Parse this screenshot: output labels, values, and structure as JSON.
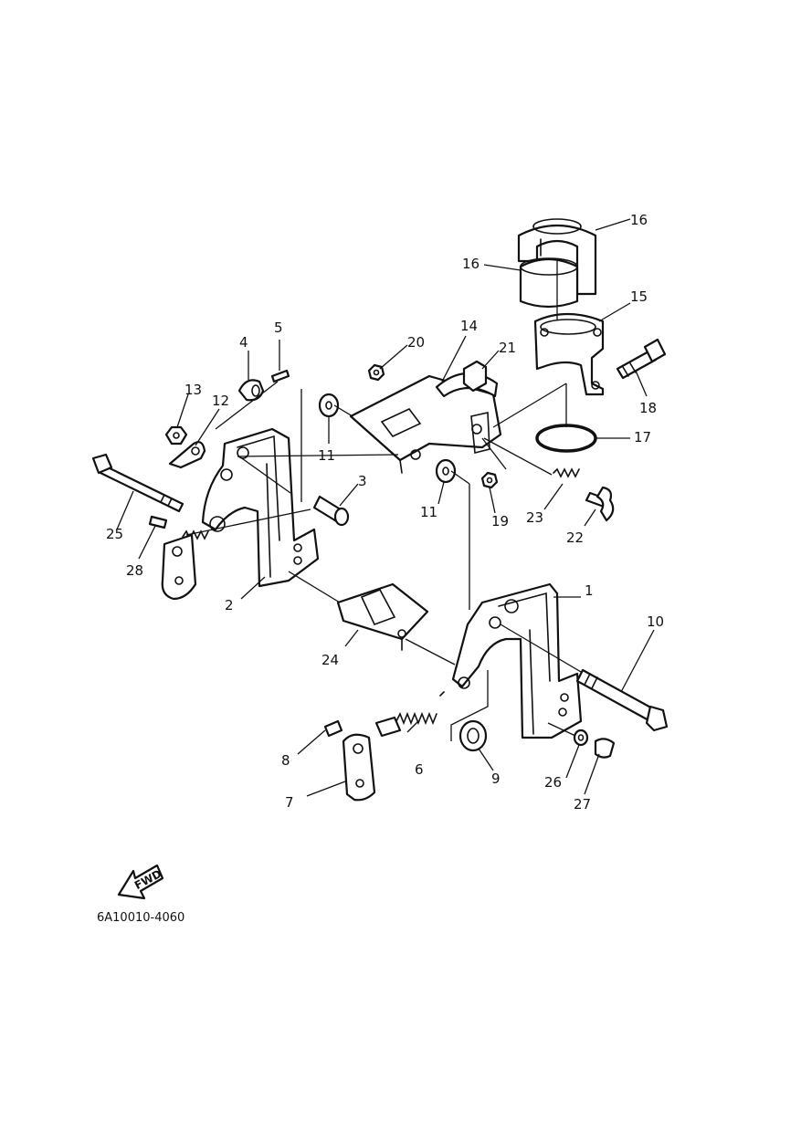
{
  "drawing_code": "6A10010-4060",
  "direction_label": "FWD",
  "callouts": {
    "p1": "1",
    "p2": "2",
    "p3": "3",
    "p4": "4",
    "p5": "5",
    "p6": "6",
    "p7": "7",
    "p8": "8",
    "p9": "9",
    "p10": "10",
    "p11a": "11",
    "p11b": "11",
    "p12": "12",
    "p13": "13",
    "p14": "14",
    "p15": "15",
    "p16a": "16",
    "p16b": "16",
    "p17": "17",
    "p18": "18",
    "p19": "19",
    "p20": "20",
    "p21": "21",
    "p22": "22",
    "p23": "23",
    "p24": "24",
    "p25": "25",
    "p26": "26",
    "p27": "27",
    "p28": "28"
  }
}
